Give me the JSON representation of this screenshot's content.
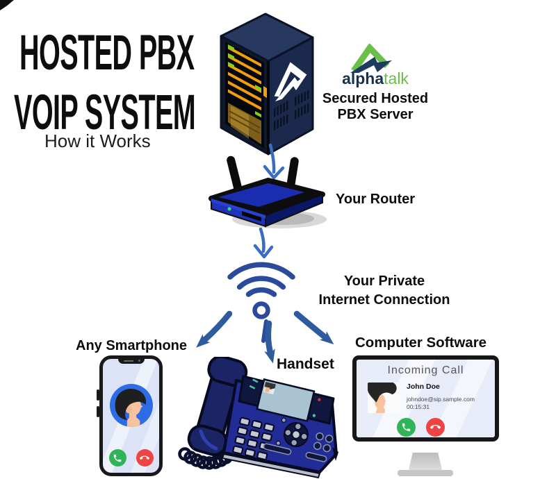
{
  "title": {
    "line1": "HOSTED PBX",
    "line2": "VOIP SYSTEM",
    "subtitle": "How it Works"
  },
  "brand": {
    "alpha": "alpha",
    "talk": "talk"
  },
  "labels": {
    "server_line1": "Secured Hosted",
    "server_line2": "PBX Server",
    "router": "Your Router",
    "internet_line1": "Your Private",
    "internet_line2": "Internet Connection",
    "smartphone": "Any Smartphone",
    "handset": "Handset",
    "computer": "Computer Software"
  },
  "computer_screen": {
    "title": "Incoming Call",
    "caller_name": "John Doe",
    "caller_address": "johndoe@sip.sample.com",
    "call_duration": "00:15:31"
  },
  "icons": {
    "answer": "phone-answer-icon",
    "decline": "phone-decline-icon",
    "wifi": "wifi-signal-icon",
    "flow_arrow": "flow-arrow-icon"
  },
  "colors": {
    "flow_arrow_blue": "#2e5a9e",
    "thin_arrow_blue": "#3a6cc0",
    "wifi_blue": "#2b4a9b",
    "logo_green": "#6abf4b",
    "logo_navy": "#1d3a5f",
    "device_navy": "#222c96",
    "server_navy": "#1b2a4c",
    "answer_green": "#2fb457",
    "decline_red": "#ef4444",
    "rack_orange": "#f59e0b",
    "rack_green": "#7ed321"
  }
}
